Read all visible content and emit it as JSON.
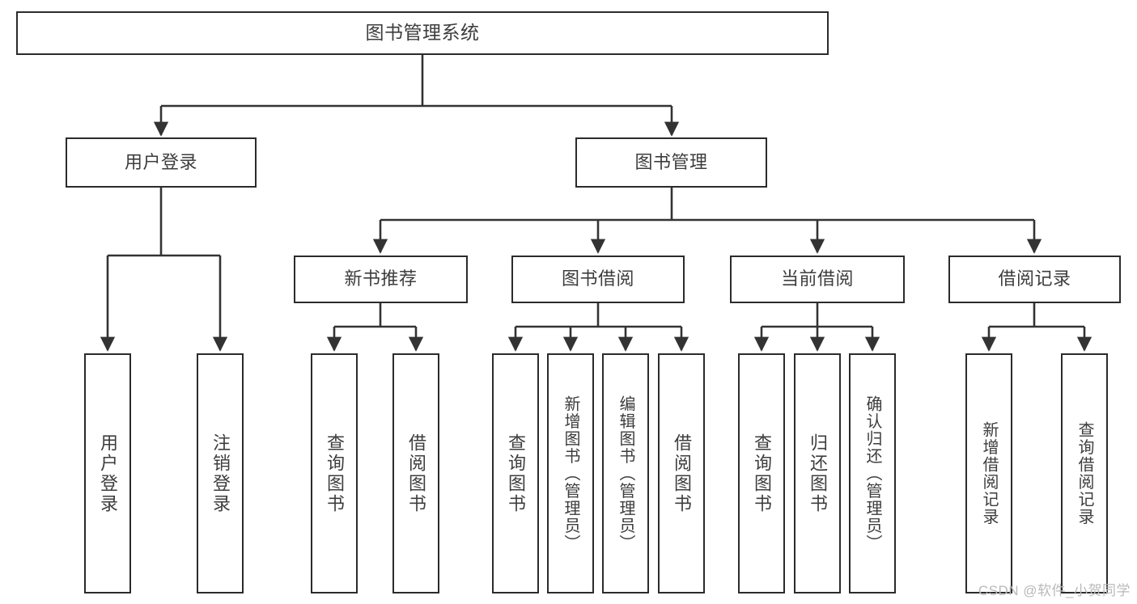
{
  "diagram": {
    "type": "tree",
    "title": "图书管理系统",
    "orientation": "top-down",
    "edge_style": "orthogonal-elbow-with-arrowheads",
    "colors": {
      "box_border": "#2b2b2b",
      "box_fill": "#ffffff",
      "text": "#3d3d3d",
      "connector": "#333333",
      "watermark": "#b9b9b9",
      "background": "#ffffff"
    },
    "root": {
      "id": "root",
      "label": "图书管理系统"
    },
    "level2": [
      {
        "id": "user-login",
        "label": "用户登录"
      },
      {
        "id": "book-management",
        "label": "图书管理"
      }
    ],
    "level3": [
      {
        "id": "new-book-recommend",
        "label": "新书推荐"
      },
      {
        "id": "book-borrow",
        "label": "图书借阅"
      },
      {
        "id": "current-borrow",
        "label": "当前借阅"
      },
      {
        "id": "borrow-record",
        "label": "借阅记录"
      }
    ],
    "leaves": {
      "user_login": [
        {
          "id": "leaf-user-login",
          "label": "用户登录"
        },
        {
          "id": "leaf-logout-login",
          "label": "注销登录"
        }
      ],
      "new_book_recommend": [
        {
          "id": "leaf-query-book-1",
          "label": "查询图书"
        },
        {
          "id": "leaf-borrow-book-1",
          "label": "借阅图书"
        }
      ],
      "book_borrow": [
        {
          "id": "leaf-query-book-2",
          "label": "查询图书"
        },
        {
          "id": "leaf-add-book",
          "label": "新增图书（管理员）"
        },
        {
          "id": "leaf-edit-book",
          "label": "编辑图书（管理员）"
        },
        {
          "id": "leaf-borrow-book-2",
          "label": "借阅图书"
        }
      ],
      "current_borrow": [
        {
          "id": "leaf-query-book-3",
          "label": "查询图书"
        },
        {
          "id": "leaf-return-book",
          "label": "归还图书"
        },
        {
          "id": "leaf-confirm-return",
          "label": "确认归还（管理员）"
        }
      ],
      "borrow_record": [
        {
          "id": "leaf-add-record",
          "label": "新增借阅记录"
        },
        {
          "id": "leaf-query-record",
          "label": "查询借阅记录"
        }
      ]
    }
  },
  "watermark": {
    "text": "CSDN @软件_小贺同学"
  }
}
